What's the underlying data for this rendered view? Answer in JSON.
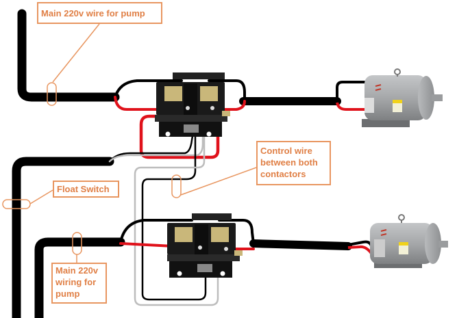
{
  "title": "Dual pump contactor wiring diagram",
  "labels": {
    "main_wire_top": "Main 220v wire for pump",
    "control_wire": "Control wire\nbetween both\ncontactors",
    "float_switch": "Float Switch",
    "main_wire_bottom": "Main 220v\nwiring for\npump"
  },
  "components": [
    {
      "id": "contactor-1",
      "type": "contactor",
      "position": "top"
    },
    {
      "id": "contactor-2",
      "type": "contactor",
      "position": "bottom"
    },
    {
      "id": "pump-motor-1",
      "type": "electric motor",
      "position": "top-right"
    },
    {
      "id": "pump-motor-2",
      "type": "electric motor",
      "position": "bottom-right"
    }
  ],
  "colors": {
    "label_border": "#e8955f",
    "label_text": "#e07f45",
    "wire_black": "#000000",
    "wire_red": "#e0121b",
    "wire_gray": "#bdbdbd",
    "motor_body": "#a9abad",
    "contactor_body": "#1a1a1a",
    "contactor_contacts": "#c9b77a"
  }
}
